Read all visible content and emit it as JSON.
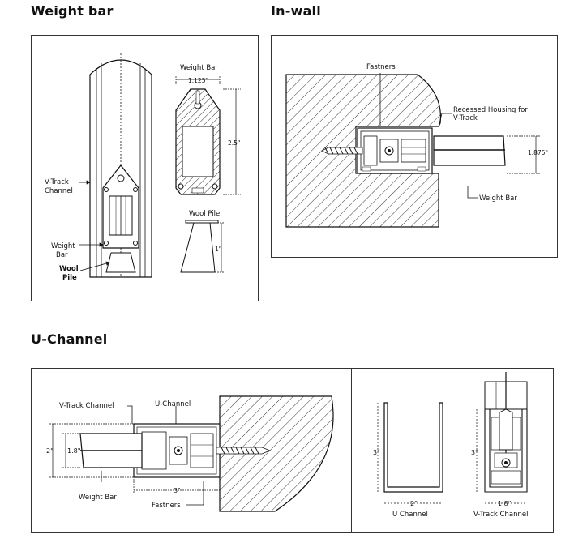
{
  "sections": {
    "weight_bar": "Weight bar",
    "in_wall": "In-wall",
    "u_channel": "U-Channel"
  },
  "weight_bar_panel": {
    "v_track_channel_line1": "V-Track",
    "v_track_channel_line2": "Channel",
    "weight_bar_line1": "Weight",
    "weight_bar_line2": "Bar",
    "wool_pile_line1": "Wool",
    "wool_pile_line2": "Pile",
    "profile_title": "Weight Bar",
    "profile_width": "1.125\"",
    "profile_height": "2.5\"",
    "wool_pile_title": "Wool Pile",
    "wool_pile_height": "1\""
  },
  "in_wall_panel": {
    "fastners": "Fastners",
    "recessed_line1": "Recessed Housing for",
    "recessed_line2": "V-Track",
    "height": "1.875\"",
    "weight_bar": "Weight Bar"
  },
  "u_channel_panel": {
    "v_track_channel": "V-Track Channel",
    "u_channel": "U-Channel",
    "outer_height": "2\"",
    "inner_height": "1.8\"",
    "width": "3\"",
    "weight_bar": "Weight Bar",
    "fastners": "Fastners",
    "u_channel_height": "3\"",
    "u_channel_width": "2\"",
    "u_channel_caption": "U Channel",
    "v_track_height": "3\"",
    "v_track_width": "1.8\"",
    "v_track_caption": "V-Track Channel"
  }
}
